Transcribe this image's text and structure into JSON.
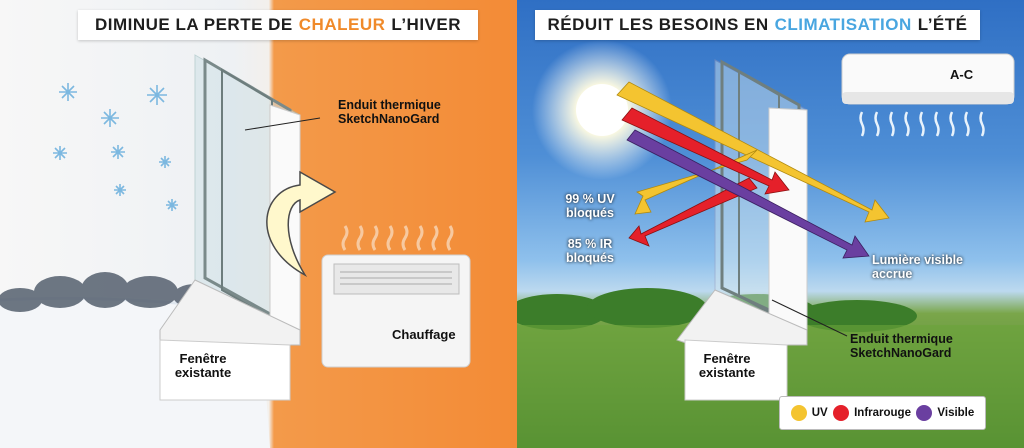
{
  "left": {
    "title_prefix": "DIMINUE LA PERTE DE",
    "title_highlight": "CHALEUR",
    "title_suffix": "L’HIVER",
    "coating_label_1": "Enduit thermique",
    "coating_label_2": "SketchNanoGard",
    "heater_label": "Chauffage",
    "window_label_1": "Fenêtre",
    "window_label_2": "existante"
  },
  "right": {
    "title_prefix": "RÉDUIT LES BESOINS EN",
    "title_highlight": "CLIMATISATION",
    "title_suffix": "L’ÉTÉ",
    "ac_label": "A-C",
    "uv_label_1": "99 % UV",
    "uv_label_2": "bloqués",
    "ir_label_1": "85 % IR",
    "ir_label_2": "bloqués",
    "visible_label_1": "Lumière visible",
    "visible_label_2": "accrue",
    "coating_label_1": "Enduit thermique",
    "coating_label_2": "SketchNanoGard",
    "window_label_1": "Fenêtre",
    "window_label_2": "existante"
  },
  "legend": [
    {
      "label": "UV",
      "color": "#f4c430"
    },
    {
      "label": "Infrarouge",
      "color": "#e5202a"
    },
    {
      "label": "Visible",
      "color": "#6a3fa0"
    }
  ],
  "colors": {
    "orange": "#f08a2a",
    "sky_blue": "#49a6e0",
    "uv": "#f4c430",
    "infrared": "#e5202a",
    "visible": "#6a3fa0"
  }
}
